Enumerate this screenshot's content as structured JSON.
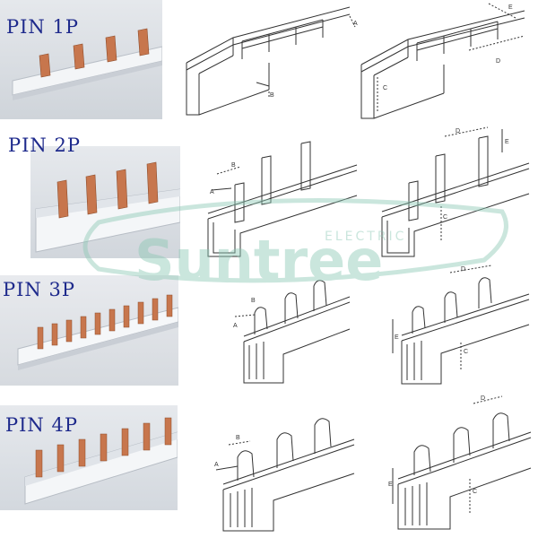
{
  "labels": {
    "pin1p": "PIN 1P",
    "pin2p": "PIN 2P",
    "pin3p": "PIN 3P",
    "pin4p": "PIN 4P"
  },
  "dimensions": {
    "a": "A",
    "b": "B",
    "c": "C",
    "d": "D",
    "e": "E"
  },
  "watermark": {
    "brand": "Suntree",
    "sub": "ELECTRIC"
  },
  "colors": {
    "label": "#1e2a8c",
    "copper": "#c7764d",
    "busbar": "#eef2f6",
    "line": "#333333",
    "watermark": "#8cc8b4"
  }
}
